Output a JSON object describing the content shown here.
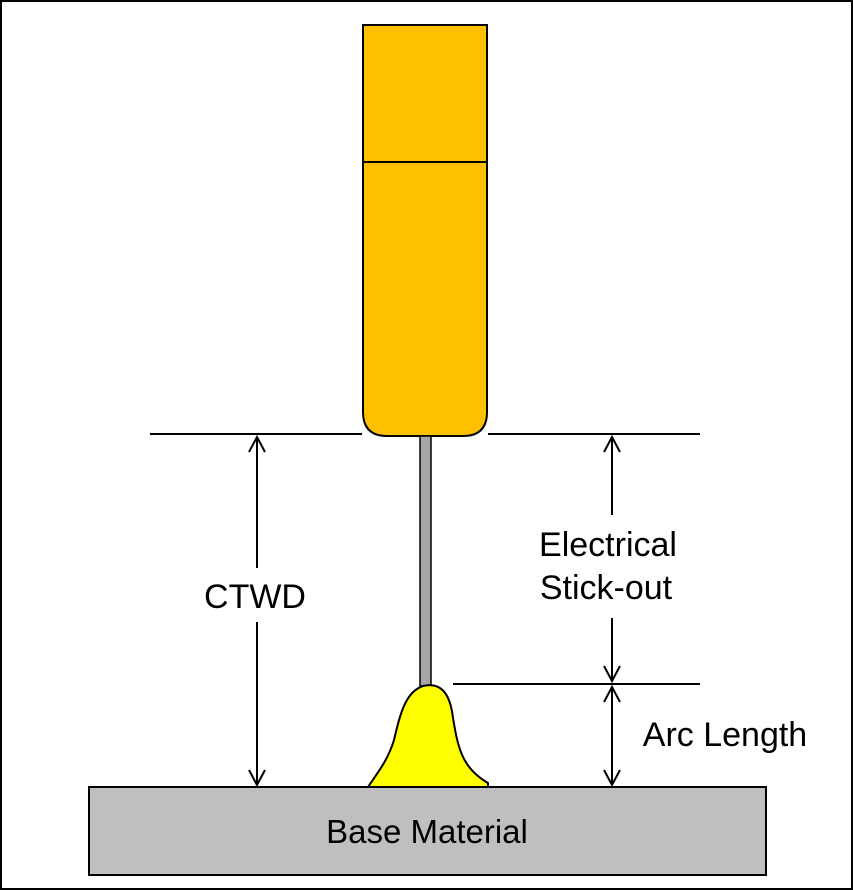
{
  "labels": {
    "ctwd": "CTWD",
    "electrical_stickout_line1": "Electrical",
    "electrical_stickout_line2": "Stick-out",
    "arc_length": "Arc Length",
    "base_material": "Base Material"
  },
  "colors": {
    "contact_tip": "#FFC000",
    "arc": "#FFFF00",
    "base_material": "#BFBFBF",
    "wire": "#A6A6A6",
    "outline": "#000000",
    "background": "#FFFFFF"
  }
}
